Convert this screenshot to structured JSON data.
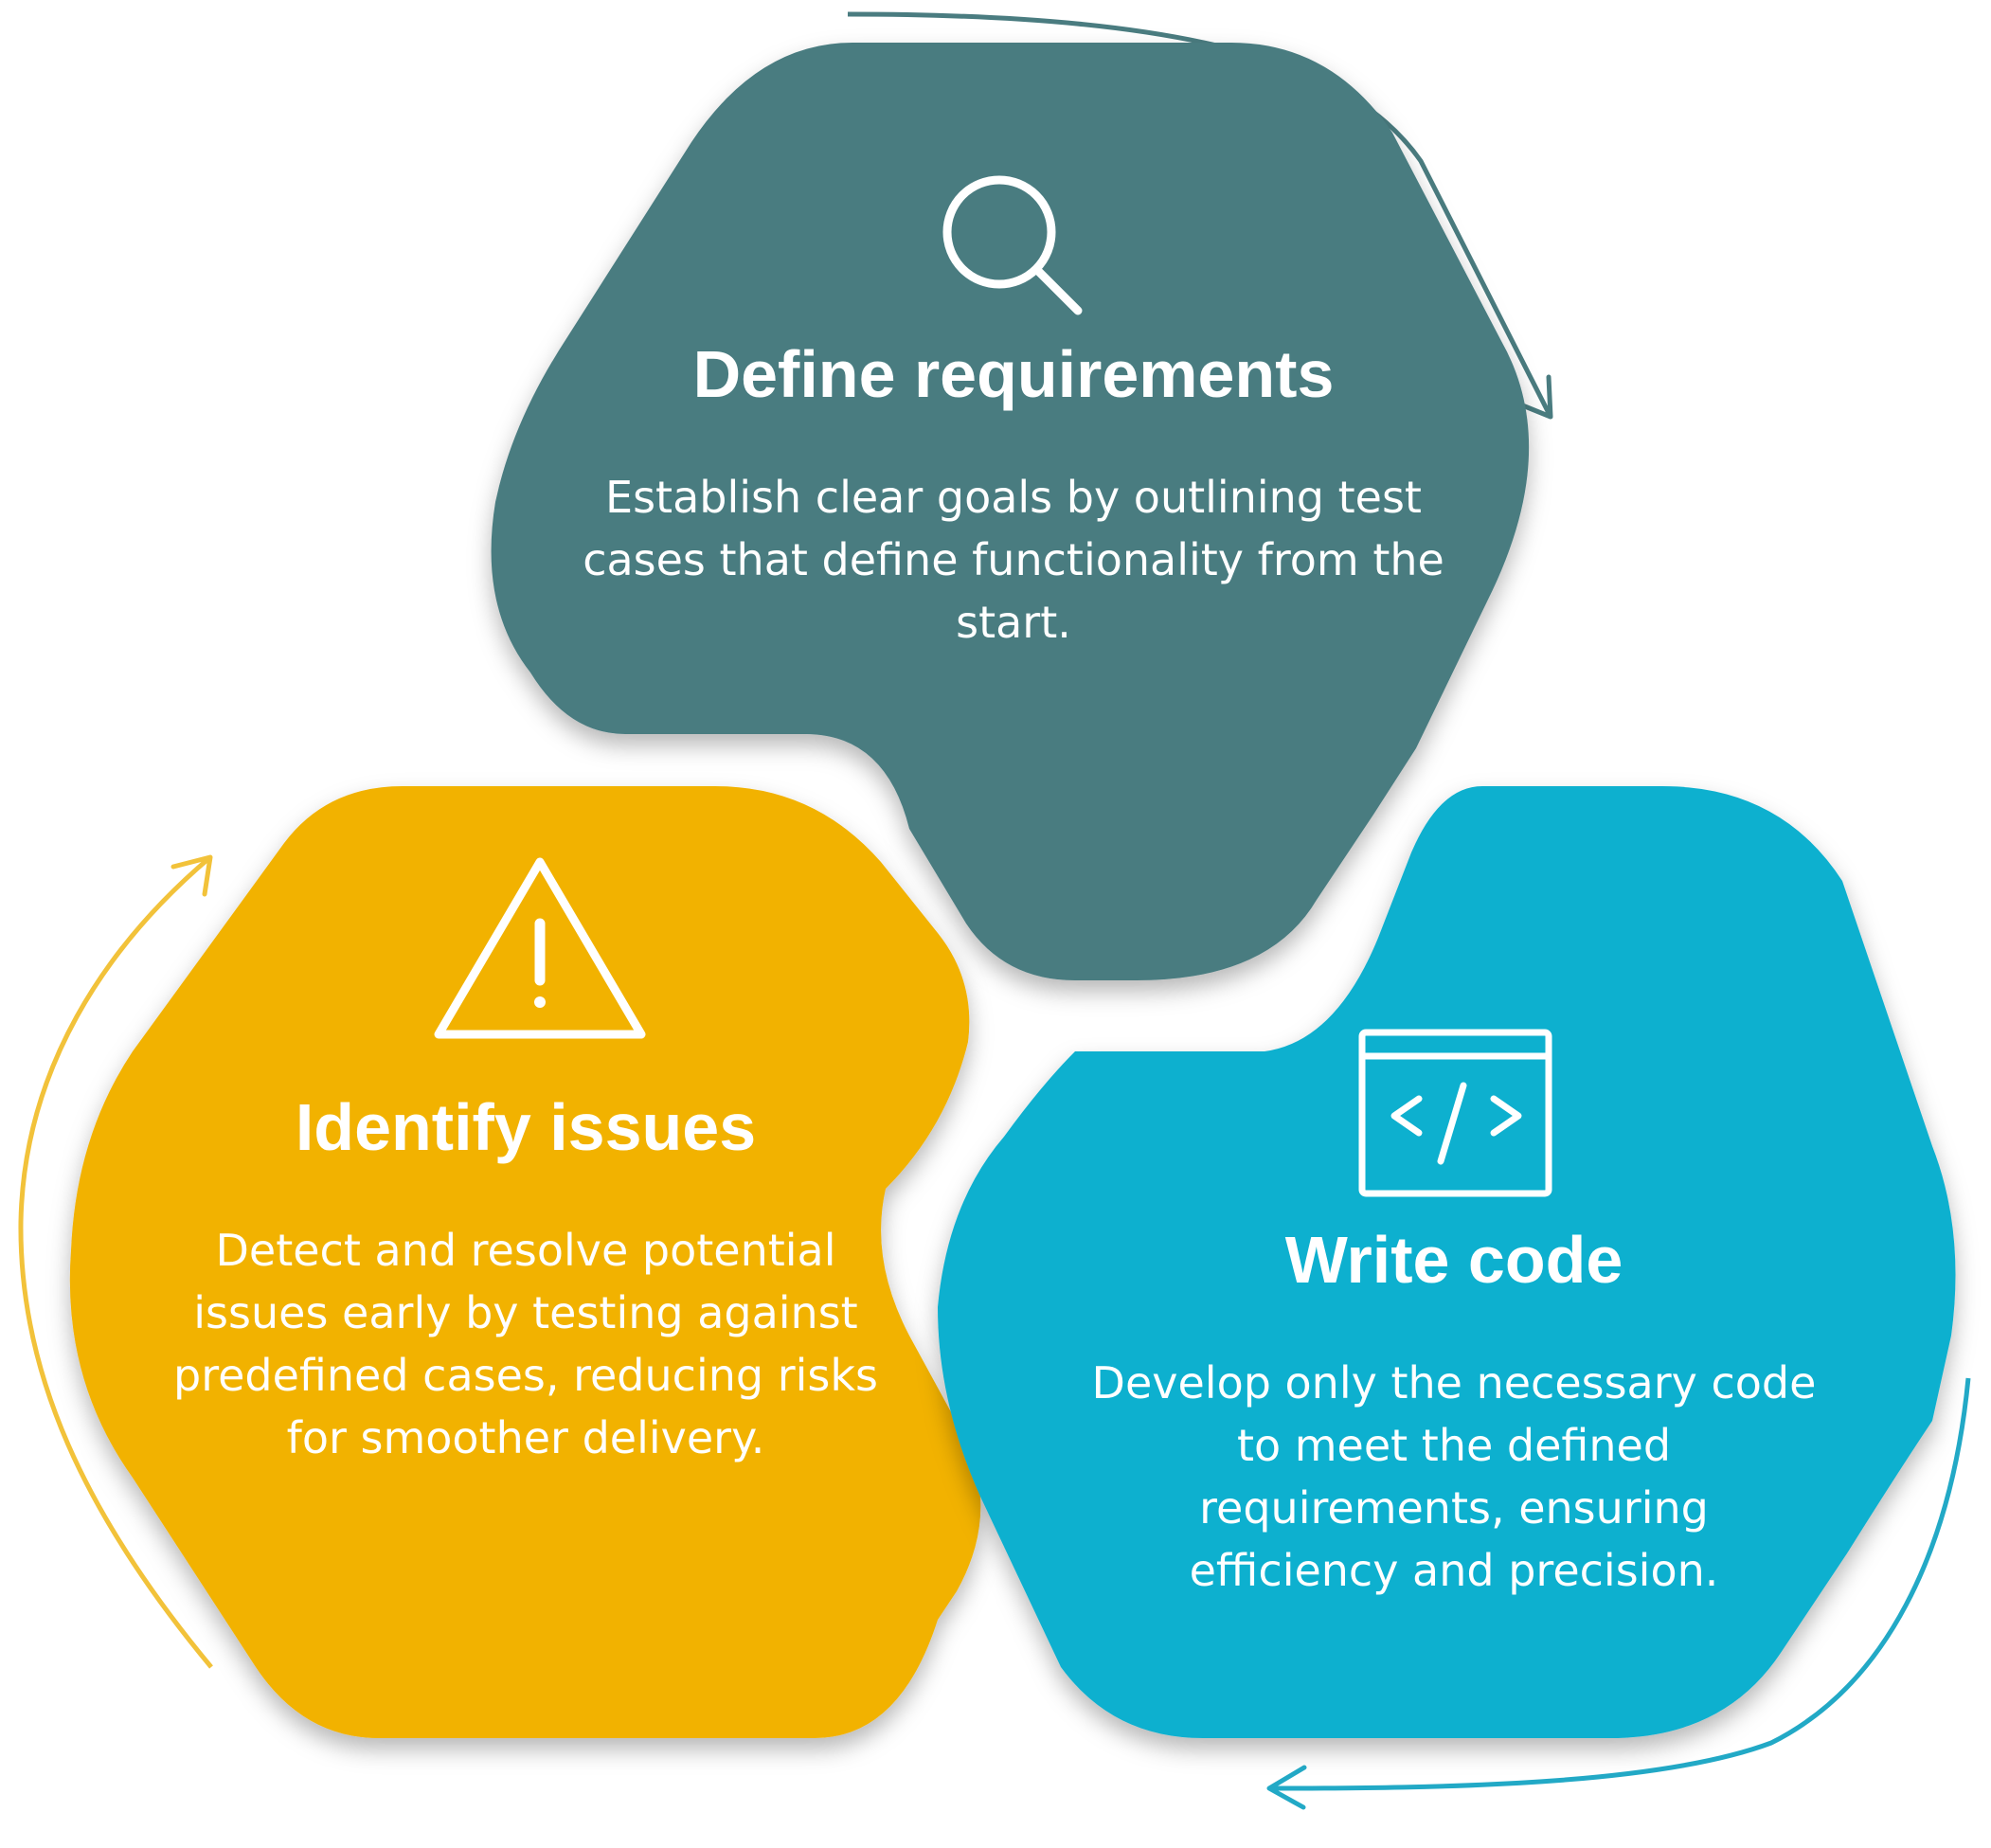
{
  "colors": {
    "define": "#4a7c80",
    "identify": "#f2b200",
    "write": "#0eb0cf",
    "arrow_define": "#4a7c80",
    "arrow_identify": "#f2c23a",
    "arrow_write": "#22a9c6",
    "text": "#ffffff"
  },
  "steps": [
    {
      "id": "define",
      "icon": "magnifier-icon",
      "title": "Define requirements",
      "description": "Establish clear goals by outlining test cases that define functionality from the start."
    },
    {
      "id": "write",
      "icon": "code-window-icon",
      "title": "Write code",
      "description": "Develop only the necessary code to meet the defined requirements, ensuring efficiency and precision."
    },
    {
      "id": "identify",
      "icon": "warning-icon",
      "title": "Identify issues",
      "description": "Detect and resolve potential issues early by testing against predefined cases, reducing risks for smoother delivery."
    }
  ]
}
